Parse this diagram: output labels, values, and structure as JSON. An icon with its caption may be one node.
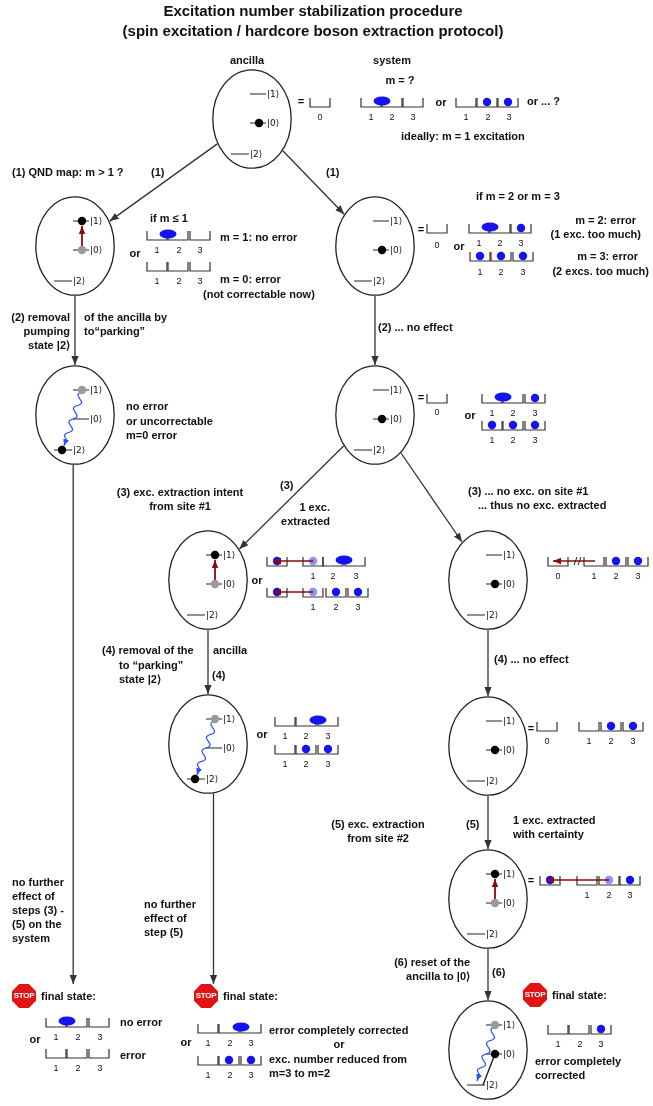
{
  "diagram": {
    "title": "Excitation number stabilization procedure",
    "nodes": [
      {
        "text": [
          "|1⟩",
          "|0⟩",
          "|2⟩"
        ],
        "beside": [
          "ancilla",
          "="
        ]
      },
      {
        "text": [
          "|1⟩",
          "|0⟩",
          "|2⟩"
        ]
      },
      {
        "text": [
          "|1⟩",
          "|0⟩",
          "|2⟩"
        ],
        "beside": [
          "="
        ]
      },
      {
        "text": [
          "|1⟩",
          "|0⟩",
          "|2⟩"
        ],
        "beside": [
          "no error",
          "or uncorrectable m=0 error"
        ]
      },
      {
        "text": [
          "|1⟩",
          "|0⟩",
          "|2⟩"
        ],
        "beside": [
          "="
        ]
      },
      {
        "text": [
          "|1⟩",
          "|0⟩",
          "|2⟩"
        ],
        "beside": [
          "or"
        ]
      },
      {
        "text": [
          "|1⟩",
          "|0⟩",
          "|2⟩"
        ]
      },
      {
        "text": [
          "|1⟩",
          "|0⟩",
          "|2⟩"
        ],
        "beside": [
          "or"
        ]
      },
      {
        "text": [
          "|1⟩",
          "|0⟩",
          "|2⟩"
        ],
        "beside": [
          "="
        ]
      },
      {
        "text": [
          "|1⟩",
          "|0⟩",
          "|2⟩"
        ],
        "beside": [
          "="
        ]
      },
      {
        "text": [
          "|1⟩",
          "|0⟩",
          "|2⟩"
        ],
        "beside": [
          "error completely corrected"
        ]
      },
      {
        "text": [
          "STOP",
          "final state:"
        ]
      },
      {
        "text": [
          "STOP",
          "final state:"
        ]
      },
      {
        "text": [
          "STOP",
          "final state:"
        ]
      }
    ],
    "edges": [
      {
        "from": 0,
        "to": 1,
        "arrow": "to",
        "label": "(1)"
      },
      {
        "from": 0,
        "to": 2,
        "arrow": "to",
        "label": "(1)"
      },
      {
        "from": 1,
        "to": 3,
        "arrow": "to"
      },
      {
        "from": 2,
        "to": 4,
        "arrow": "to",
        "label": "(2) ... no effect"
      },
      {
        "from": 4,
        "to": 5,
        "arrow": "to",
        "label": "(3)"
      },
      {
        "from": 4,
        "to": 6,
        "arrow": "to"
      },
      {
        "from": 3,
        "to": 11,
        "arrow": "to"
      },
      {
        "from": 5,
        "to": 7,
        "arrow": "to",
        "label": "(4)"
      },
      {
        "from": 6,
        "to": 8,
        "arrow": "to",
        "label": "(4) ... no effect"
      },
      {
        "from": 7,
        "to": 12,
        "arrow": "to"
      },
      {
        "from": 8,
        "to": 9,
        "arrow": "to",
        "label": "(5)"
      },
      {
        "from": 9,
        "to": 10,
        "arrow": "to",
        "label": "(6)"
      }
    ],
    "labels": [
      "(spin excitation / hardcore boson extraction protocol)",
      "system",
      "m = ?",
      "0",
      "1",
      "2",
      "3",
      "or",
      "1",
      "2",
      "3",
      "or ... ?",
      "ideally: m = 1 excitation",
      "(1) QND map: m > 1 ?",
      "if m = 2 or m = 3",
      "if m ≤ 1",
      "m = 2: error",
      "m = 1: no error",
      "(1 exc. too much)",
      "or",
      "1",
      "2",
      "3",
      "0",
      "or",
      "1",
      "2",
      "3",
      "m = 3: error",
      "1",
      "2",
      "3",
      "m = 0: error",
      "1",
      "2",
      "3",
      "(2 excs. too much)",
      "(not correctable now)",
      "(2) removal pumping state |2⟩",
      "of the ancilla by to“parking”",
      "0",
      "or",
      "1",
      "2",
      "3",
      "1",
      "2",
      "3",
      "(3) exc. extraction intent from site #1",
      "(3) ... no exc. on site #1",
      "1 exc. extracted",
      "... thus no exc. extracted",
      "1",
      "2",
      "3",
      "0",
      "1",
      "2",
      "3",
      "1",
      "2",
      "3",
      "(4) removal of the",
      "ancilla",
      "to “parking” state |2⟩",
      "1",
      "2",
      "3",
      "0",
      "1",
      "2",
      "3",
      "1",
      "2",
      "3",
      "(5) exc. extraction from site #2",
      "1 exc. extracted with certainty",
      "1",
      "2",
      "3",
      "no further effect of steps (3) - (5) on the system",
      "no further effect of step (5)",
      "(6) reset of the ancilla to |0⟩",
      "no error",
      "error completely corrected",
      "or",
      "1",
      "2",
      "3",
      "or",
      "1",
      "2",
      "3",
      "or",
      "1",
      "2",
      "3",
      "error",
      "exc. number reduced from m=3 to m=2",
      "1",
      "2",
      "3",
      "1",
      "2",
      "3"
    ]
  }
}
